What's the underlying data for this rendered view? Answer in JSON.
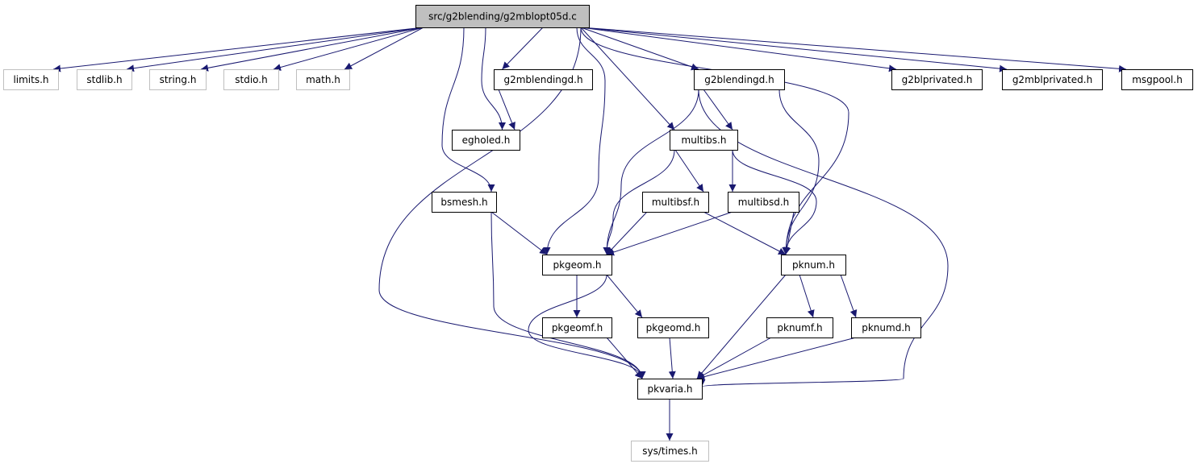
{
  "colors": {
    "edge": "#191970",
    "root_fill": "#bfbfbf",
    "node_stroke": "#000000",
    "external_stroke": "#bfbfbf",
    "external_text": "#000000"
  },
  "nodes": [
    {
      "id": "root",
      "label": "src/g2blending/g2mblopt05d.c",
      "kind": "root"
    },
    {
      "id": "limits",
      "label": "limits.h",
      "kind": "external"
    },
    {
      "id": "stdlib",
      "label": "stdlib.h",
      "kind": "external"
    },
    {
      "id": "string",
      "label": "string.h",
      "kind": "external"
    },
    {
      "id": "stdio",
      "label": "stdio.h",
      "kind": "external"
    },
    {
      "id": "math",
      "label": "math.h",
      "kind": "external"
    },
    {
      "id": "g2mblendingd",
      "label": "g2mblendingd.h",
      "kind": "local"
    },
    {
      "id": "g2blendingd",
      "label": "g2blendingd.h",
      "kind": "local"
    },
    {
      "id": "g2blprivated",
      "label": "g2blprivated.h",
      "kind": "local"
    },
    {
      "id": "g2mblprivated",
      "label": "g2mblprivated.h",
      "kind": "local"
    },
    {
      "id": "msgpool",
      "label": "msgpool.h",
      "kind": "local"
    },
    {
      "id": "egholed",
      "label": "egholed.h",
      "kind": "local"
    },
    {
      "id": "multibs",
      "label": "multibs.h",
      "kind": "local"
    },
    {
      "id": "bsmesh",
      "label": "bsmesh.h",
      "kind": "local"
    },
    {
      "id": "multibsf",
      "label": "multibsf.h",
      "kind": "local"
    },
    {
      "id": "multibsd",
      "label": "multibsd.h",
      "kind": "local"
    },
    {
      "id": "pkgeom",
      "label": "pkgeom.h",
      "kind": "local"
    },
    {
      "id": "pknum",
      "label": "pknum.h",
      "kind": "local"
    },
    {
      "id": "pkgeomf",
      "label": "pkgeomf.h",
      "kind": "local"
    },
    {
      "id": "pkgeomd",
      "label": "pkgeomd.h",
      "kind": "local"
    },
    {
      "id": "pknumf",
      "label": "pknumf.h",
      "kind": "local"
    },
    {
      "id": "pknumd",
      "label": "pknumd.h",
      "kind": "local"
    },
    {
      "id": "pkvaria",
      "label": "pkvaria.h",
      "kind": "local"
    },
    {
      "id": "systimes",
      "label": "sys/times.h",
      "kind": "external"
    }
  ],
  "edges": [
    [
      "root",
      "limits"
    ],
    [
      "root",
      "stdlib"
    ],
    [
      "root",
      "string"
    ],
    [
      "root",
      "stdio"
    ],
    [
      "root",
      "math"
    ],
    [
      "root",
      "g2mblendingd"
    ],
    [
      "root",
      "egholed"
    ],
    [
      "root",
      "bsmesh"
    ],
    [
      "root",
      "pkvaria"
    ],
    [
      "root",
      "pkgeom"
    ],
    [
      "root",
      "g2blendingd"
    ],
    [
      "root",
      "multibs"
    ],
    [
      "root",
      "pknum"
    ],
    [
      "root",
      "g2blprivated"
    ],
    [
      "root",
      "g2mblprivated"
    ],
    [
      "root",
      "msgpool"
    ],
    [
      "g2mblendingd",
      "egholed"
    ],
    [
      "g2blendingd",
      "multibs"
    ],
    [
      "g2blendingd",
      "pkgeom"
    ],
    [
      "g2blendingd",
      "pknum"
    ],
    [
      "g2blendingd",
      "pkvaria"
    ],
    [
      "multibs",
      "multibsf"
    ],
    [
      "multibs",
      "multibsd"
    ],
    [
      "multibs",
      "pkgeom"
    ],
    [
      "multibs",
      "pknum"
    ],
    [
      "bsmesh",
      "pkgeom"
    ],
    [
      "bsmesh",
      "pkvaria"
    ],
    [
      "multibsf",
      "pkgeom"
    ],
    [
      "multibsf",
      "pknum"
    ],
    [
      "multibsd",
      "pkgeom"
    ],
    [
      "multibsd",
      "pknum"
    ],
    [
      "pkgeom",
      "pkgeomf"
    ],
    [
      "pkgeom",
      "pkgeomd"
    ],
    [
      "pkgeom",
      "pkvaria"
    ],
    [
      "pknum",
      "pknumf"
    ],
    [
      "pknum",
      "pknumd"
    ],
    [
      "pknum",
      "pkvaria"
    ],
    [
      "pkgeomf",
      "pkvaria"
    ],
    [
      "pkgeomd",
      "pkvaria"
    ],
    [
      "pknumf",
      "pkvaria"
    ],
    [
      "pknumd",
      "pkvaria"
    ],
    [
      "pkvaria",
      "systimes"
    ]
  ]
}
